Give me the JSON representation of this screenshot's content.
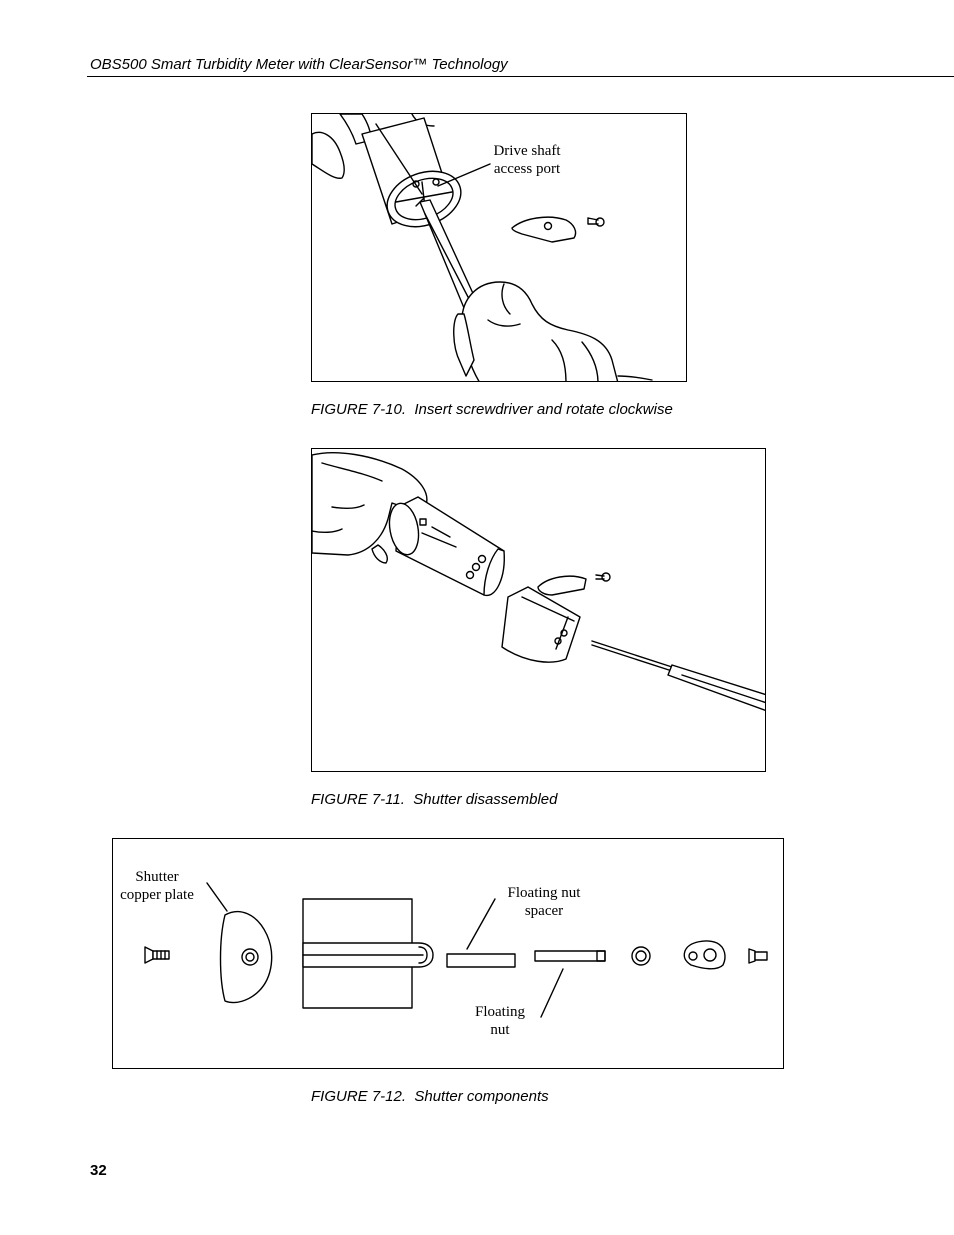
{
  "header": {
    "title": "OBS500 Smart Turbidity Meter with ClearSensor™ Technology"
  },
  "figures": [
    {
      "caption": "FIGURE 7-10.  Insert screwdriver and rotate clockwise",
      "labels": {
        "drive_shaft_line1": "Drive shaft",
        "drive_shaft_line2": "access port"
      }
    },
    {
      "caption": "FIGURE 7-11.  Shutter disassembled"
    },
    {
      "caption": "FIGURE 7-12.  Shutter components",
      "labels": {
        "copper_plate_line1": "Shutter",
        "copper_plate_line2": "copper plate",
        "nut_spacer_line1": "Floating nut",
        "nut_spacer_line2": "spacer",
        "floating_nut_line1": "Floating",
        "floating_nut_line2": "nut"
      }
    }
  ],
  "page_number": "32"
}
